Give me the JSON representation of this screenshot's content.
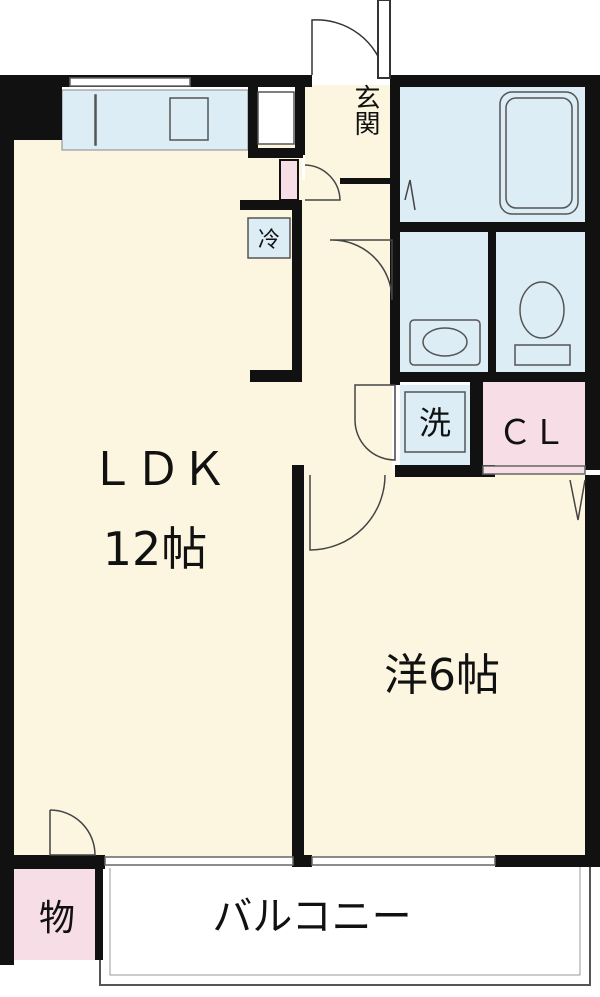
{
  "floorplan": {
    "rooms": {
      "ldk": {
        "name": "ＬＤＫ",
        "size": "12帖"
      },
      "western": {
        "name": "洋6帖"
      },
      "closet": {
        "name": "ＣＬ"
      },
      "storage": {
        "name": "物"
      },
      "balcony": {
        "name": "バルコニー"
      },
      "entrance": {
        "name": "玄関"
      },
      "washer": {
        "name": "洗"
      },
      "fridge": {
        "name": "冷"
      }
    },
    "colors": {
      "floor": "#fcf6e0",
      "wet_area": "#dcedf6",
      "accent_pink": "#f7dde5",
      "wall": "#111111"
    }
  }
}
